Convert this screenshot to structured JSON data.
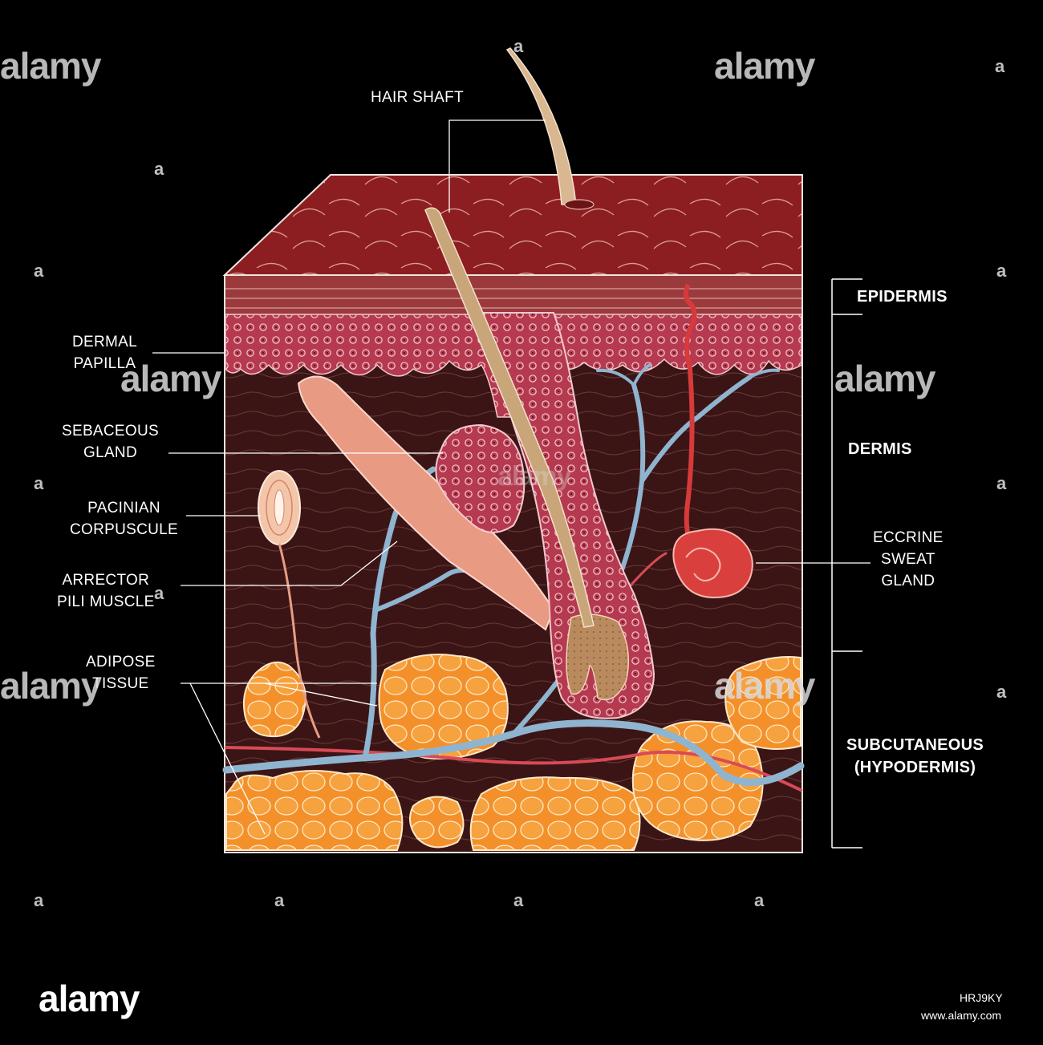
{
  "diagram": {
    "labels": {
      "hair_shaft": "HAIR SHAFT",
      "dermal_papilla_1": "DERMAL",
      "dermal_papilla_2": "PAPILLA",
      "sebaceous_1": "SEBACEOUS",
      "sebaceous_2": "GLAND",
      "pacinian_1": "PACINIAN",
      "pacinian_2": "CORPUSCULE",
      "arrector_1": "ARRECTOR",
      "arrector_2": "PILI MUSCLE",
      "adipose_1": "ADIPOSE",
      "adipose_2": "TISSUE",
      "eccrine_1": "ECCRINE",
      "eccrine_2": "SWEAT",
      "eccrine_3": "GLAND",
      "epidermis": "EPIDERMIS",
      "dermis": "DERMIS",
      "subcutaneous_1": "SUBCUTANEOUS",
      "subcutaneous_2": "(HYPODERMIS)"
    },
    "colors": {
      "background": "#000000",
      "epidermis": "#8e1f22",
      "dermis": "#3a1414",
      "fat": "#f08a22",
      "vessel_blue": "#8fb4cf",
      "vessel_red": "#d84a57",
      "hair": "#c9a57a"
    }
  },
  "watermark": {
    "brand": "alamy",
    "image_id": "HRJ9KY",
    "site": "www.alamy.com"
  }
}
